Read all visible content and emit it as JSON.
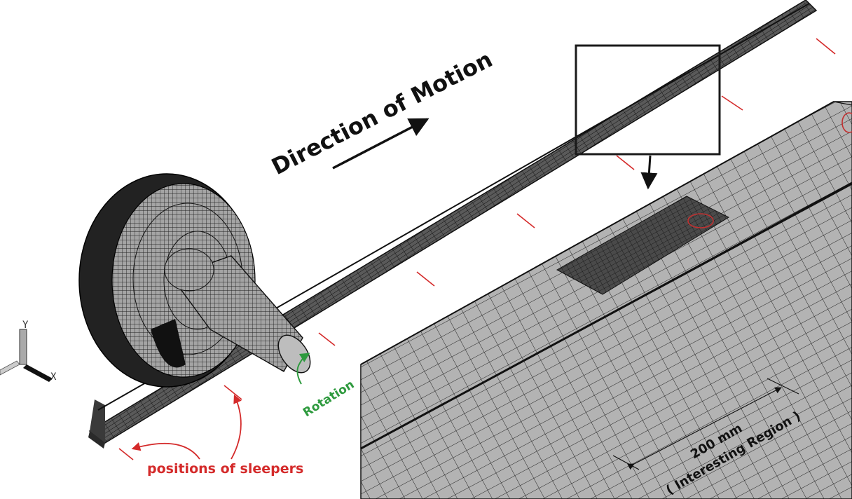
{
  "labels": {
    "direction": "Direction of Motion",
    "rotation": "Rotation",
    "sleepers": "positions of sleepers",
    "dimension": "200 mm",
    "region": "( Interesting Region )"
  },
  "axes": {
    "y": "Y",
    "x": "X"
  },
  "colors": {
    "mesh_fill": "#a9a9a9",
    "mesh_line": "#1a1a1a",
    "sleeper_red": "#d42a2a",
    "rotation_green": "#2e9a3e"
  }
}
